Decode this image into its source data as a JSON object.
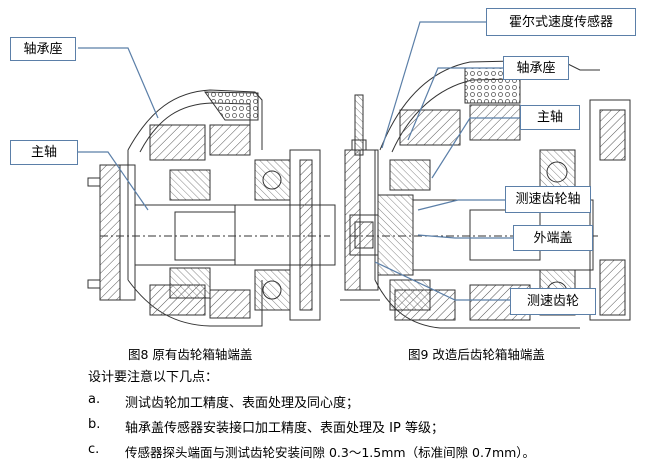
{
  "labels": {
    "bearing_seat_left": "轴承座",
    "main_shaft_left": "主轴",
    "hall_sensor": "霍尔式速度传感器",
    "bearing_seat_right": "轴承座",
    "main_shaft_right": "主轴",
    "speed_gear_shaft": "测速齿轮轴",
    "outer_end_cover": "外端盖",
    "speed_gear": "测速齿轮"
  },
  "captions": {
    "fig8": "图8 原有齿轮箱轴端盖",
    "fig9": "图9 改造后齿轮箱轴端盖"
  },
  "notes": {
    "intro": "设计要注意以下几点：",
    "items": [
      {
        "marker": "a.",
        "text": "测试齿轮加工精度、表面处理及同心度；"
      },
      {
        "marker": "b.",
        "text": "轴承盖传感器安装接口加工精度、表面处理及 IP 等级；"
      },
      {
        "marker": "c.",
        "text": "传感器探头端面与测试齿轮安装间隙 0.3～1.5mm（标准间隙 0.7mm）。"
      }
    ]
  },
  "colors": {
    "label_border": "#5b7fa8",
    "leader_line": "#5b7fa8",
    "drawing": "#333333"
  }
}
